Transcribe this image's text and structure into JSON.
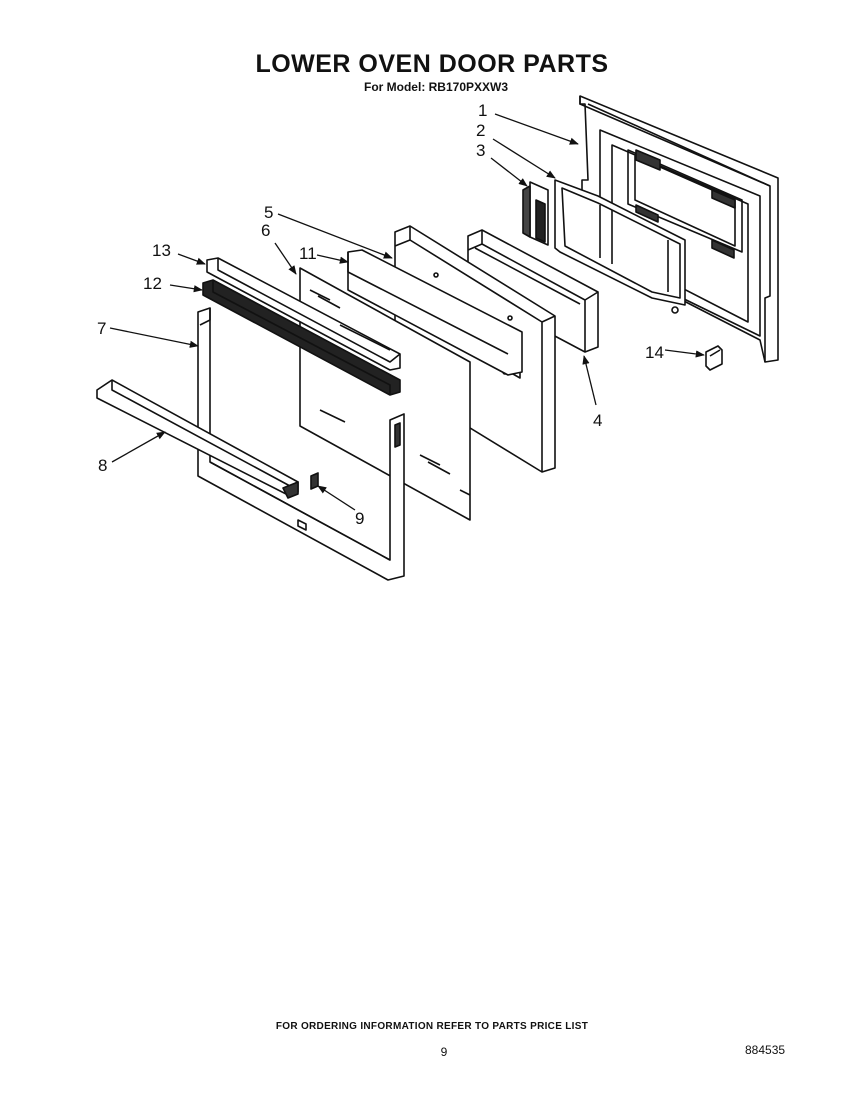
{
  "title": "LOWER OVEN DOOR PARTS",
  "subtitle": "For Model: RB170PXXW3",
  "callouts": [
    "1",
    "2",
    "3",
    "4",
    "5",
    "6",
    "7",
    "8",
    "9",
    "11",
    "12",
    "13",
    "14"
  ],
  "footer": "FOR ORDERING INFORMATION REFER TO PARTS PRICE LIST",
  "page_number": "9",
  "document_number": "884535"
}
